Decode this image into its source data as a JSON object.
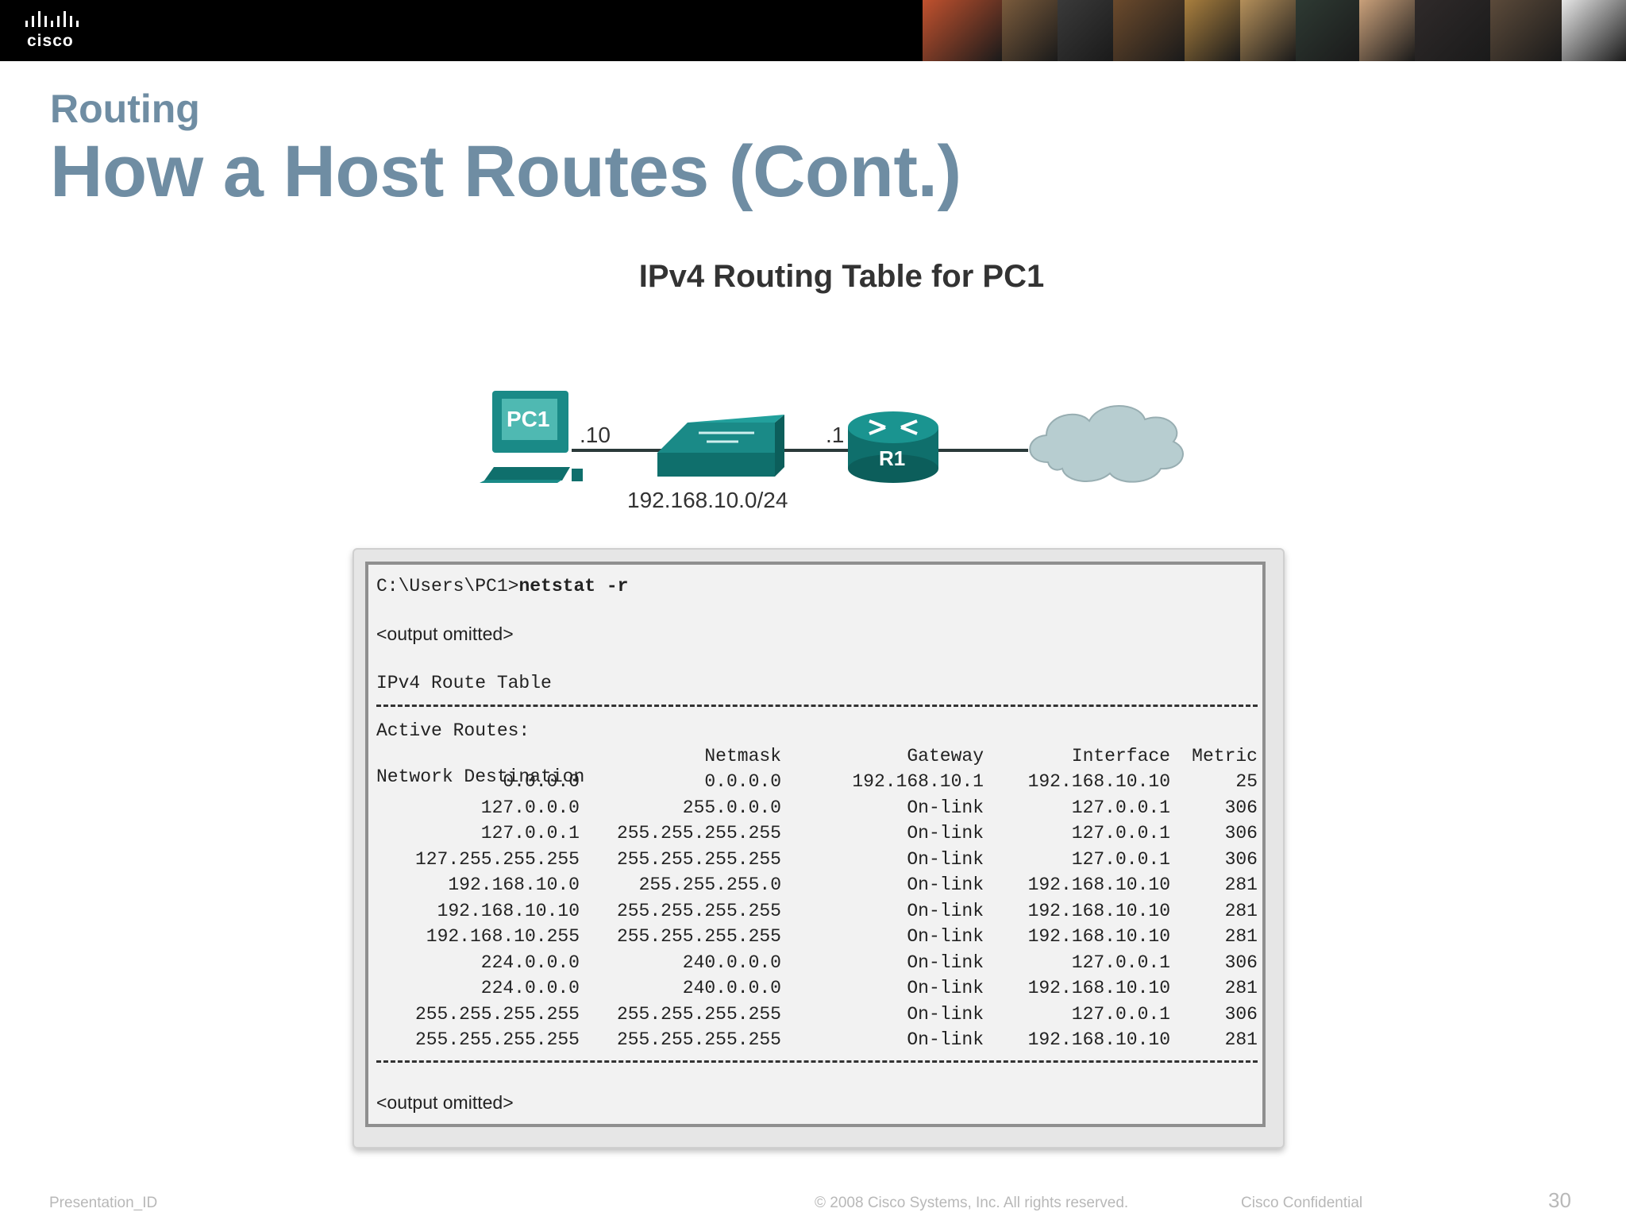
{
  "header": {
    "logo_text": "cisco",
    "photo_colors": [
      "#c0512e",
      "#7a5b3c",
      "#3a3a3a",
      "#6b4a2c",
      "#a97f3e",
      "#b48f5a",
      "#2e3a33",
      "#c9a07a",
      "#2f2a2a",
      "#5b4a3a",
      "#e6e6e6"
    ]
  },
  "slide": {
    "section": "Routing",
    "title": "How a Host Routes (Cont.)",
    "figure_title": "IPv4 Routing Table for PC1"
  },
  "topology": {
    "pc_label": "PC1",
    "pc_ip_suffix": ".10",
    "router_label": "R1",
    "router_ip_suffix": ".1",
    "network": "192.168.10.0/24"
  },
  "terminal": {
    "prompt": "C:\\Users\\PC1>",
    "command": "netstat -r",
    "omitted_top": "<output omitted>",
    "table_title": "IPv4 Route Table",
    "active_routes": "Active Routes:",
    "headers": {
      "dest": "Network Destination",
      "mask": "Netmask",
      "gateway": "Gateway",
      "interface": "Interface",
      "metric": "Metric"
    },
    "routes": [
      {
        "dest": "0.0.0.0",
        "mask": "0.0.0.0",
        "gateway": "192.168.10.1",
        "interface": "192.168.10.10",
        "metric": "25"
      },
      {
        "dest": "127.0.0.0",
        "mask": "255.0.0.0",
        "gateway": "On-link",
        "interface": "127.0.0.1",
        "metric": "306"
      },
      {
        "dest": "127.0.0.1",
        "mask": "255.255.255.255",
        "gateway": "On-link",
        "interface": "127.0.0.1",
        "metric": "306"
      },
      {
        "dest": "127.255.255.255",
        "mask": "255.255.255.255",
        "gateway": "On-link",
        "interface": "127.0.0.1",
        "metric": "306"
      },
      {
        "dest": "192.168.10.0",
        "mask": "255.255.255.0",
        "gateway": "On-link",
        "interface": "192.168.10.10",
        "metric": "281"
      },
      {
        "dest": "192.168.10.10",
        "mask": "255.255.255.255",
        "gateway": "On-link",
        "interface": "192.168.10.10",
        "metric": "281"
      },
      {
        "dest": "192.168.10.255",
        "mask": "255.255.255.255",
        "gateway": "On-link",
        "interface": "192.168.10.10",
        "metric": "281"
      },
      {
        "dest": "224.0.0.0",
        "mask": "240.0.0.0",
        "gateway": "On-link",
        "interface": "127.0.0.1",
        "metric": "306"
      },
      {
        "dest": "224.0.0.0",
        "mask": "240.0.0.0",
        "gateway": "On-link",
        "interface": "192.168.10.10",
        "metric": "281"
      },
      {
        "dest": "255.255.255.255",
        "mask": "255.255.255.255",
        "gateway": "On-link",
        "interface": "127.0.0.1",
        "metric": "306"
      },
      {
        "dest": "255.255.255.255",
        "mask": "255.255.255.255",
        "gateway": "On-link",
        "interface": "192.168.10.10",
        "metric": "281"
      }
    ],
    "omitted_bottom": "<output omitted>"
  },
  "footer": {
    "presentation_id": "Presentation_ID",
    "copyright": "© 2008 Cisco Systems, Inc. All rights reserved.",
    "confidential": "Cisco Confidential",
    "page_number": "30"
  }
}
